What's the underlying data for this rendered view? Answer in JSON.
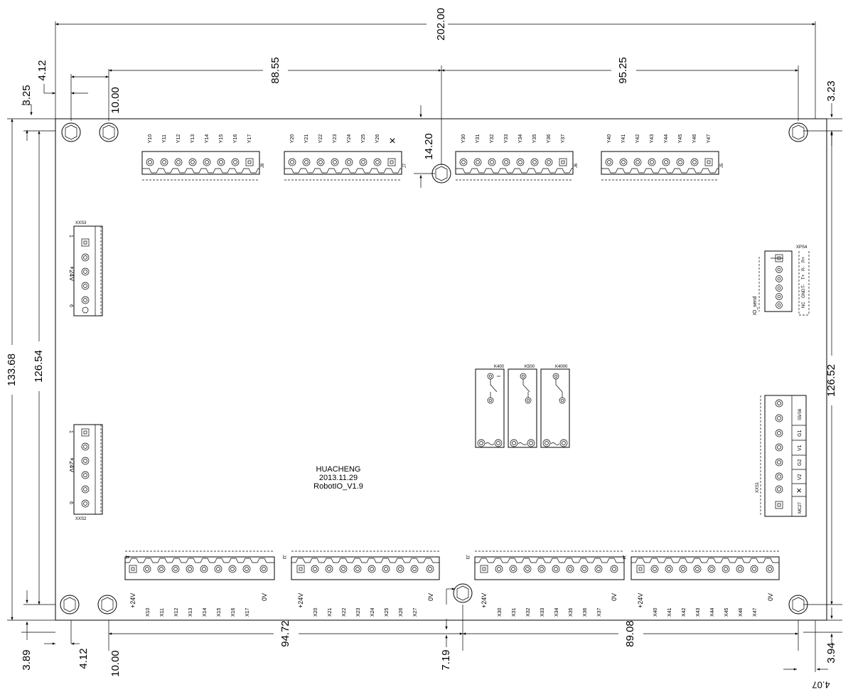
{
  "board": {
    "brand": "HUACHENG",
    "date": "2013.11.29",
    "model": "RobotIO_V1.9"
  },
  "dims": {
    "width_total": "202.00",
    "top_left_span": "88.55",
    "top_right_span": "95.25",
    "bottom_left_span": "94.72",
    "bottom_mid": "7.19",
    "bottom_right_span": "89.08",
    "left_total": "133.68",
    "left_inner": "126.54",
    "right_inner": "126.52",
    "top_hole_left_1": "3.25",
    "top_hole_left_2": "4.12",
    "top_hole_left_3": "10.00",
    "top_right": "3.23",
    "center_hole": "14.20",
    "bottom_left_1": "3.89",
    "bottom_left_2": "4.12",
    "bottom_left_3": "10.00",
    "bottom_right_1": "3.94",
    "bottom_right_2": "4.07"
  },
  "connectors_top": [
    {
      "id": "J8",
      "pins": [
        "Y10",
        "Y11",
        "Y12",
        "Y13",
        "Y14",
        "Y15",
        "Y16",
        "Y17"
      ]
    },
    {
      "id": "J7",
      "pins": [
        "Y20",
        "Y21",
        "Y22",
        "Y23",
        "Y24",
        "Y25",
        "Y26"
      ]
    },
    {
      "id": "J6",
      "pins": [
        "Y30",
        "Y31",
        "Y32",
        "Y33",
        "Y34",
        "Y35",
        "Y36",
        "Y37"
      ]
    },
    {
      "id": "J5",
      "pins": [
        "Y40",
        "Y41",
        "Y42",
        "Y43",
        "Y44",
        "Y45",
        "Y46",
        "Y47"
      ]
    }
  ],
  "connectors_bottom": [
    {
      "id": "J1",
      "power": "+24V",
      "ground": "0V",
      "pins": [
        "X10",
        "X11",
        "X12",
        "X13",
        "X14",
        "X15",
        "X16",
        "X17"
      ]
    },
    {
      "id": "J2",
      "power": "+24V",
      "ground": "0V",
      "pins": [
        "X20",
        "X21",
        "X22",
        "X23",
        "X24",
        "X25",
        "X26",
        "X27"
      ]
    },
    {
      "id": "J3",
      "power": "+24V",
      "ground": "0V",
      "pins": [
        "X30",
        "X31",
        "X32",
        "X33",
        "X34",
        "X35",
        "X36",
        "X37"
      ]
    },
    {
      "id": "J4",
      "power": "+24V",
      "ground": "0V",
      "pins": [
        "X40",
        "X41",
        "X42",
        "X43",
        "X44",
        "X45",
        "X46",
        "X47"
      ]
    }
  ],
  "left_connectors": [
    {
      "id": "XXS3",
      "pin_top": "1",
      "label": "+24V",
      "pin_bottom": "6"
    },
    {
      "id": "XXS2",
      "pin_top": "1",
      "label": "+24V",
      "pin_bottom": "6"
    }
  ],
  "xps4": {
    "id": "XPS4",
    "label": "IO_send",
    "pins": [
      "NC",
      "GND",
      "T-",
      "T+",
      "R-",
      "R+"
    ]
  },
  "xxs1": {
    "id": "XXS1",
    "pins": [
      "S5/S6",
      "G1",
      "V1",
      "G2",
      "V2",
      "×",
      "MC27"
    ]
  },
  "relays": [
    "K400",
    "K500",
    "K4000"
  ],
  "markers": {
    "no_pin": "×"
  }
}
